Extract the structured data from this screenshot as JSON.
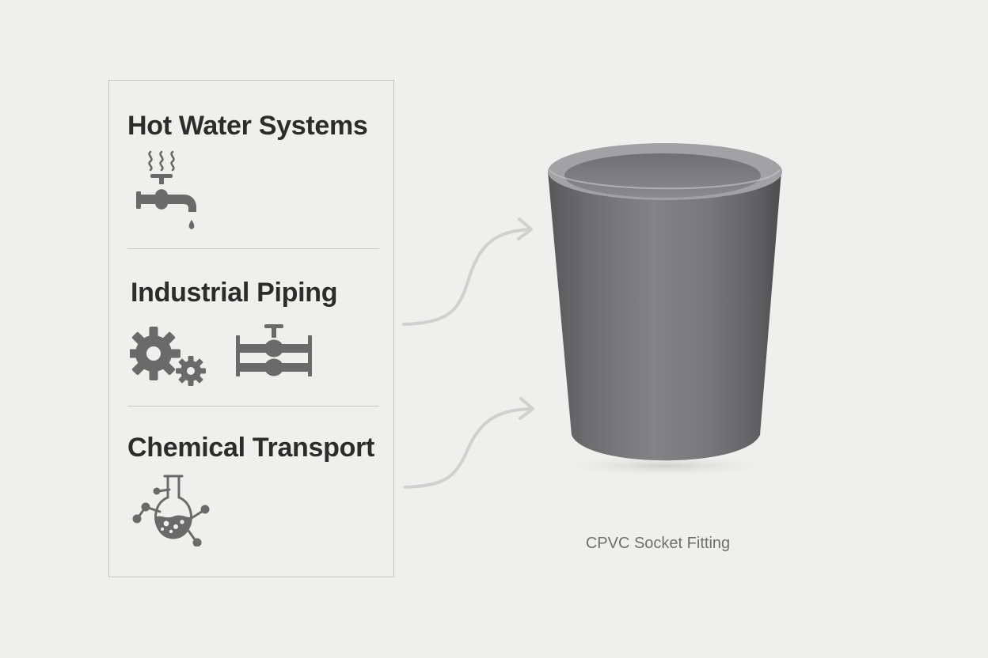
{
  "applications": [
    {
      "title": "Hot Water Systems",
      "icons": [
        "faucet-with-steam-icon"
      ]
    },
    {
      "title": "Industrial Piping",
      "icons": [
        "gears-icon",
        "pipe-valve-icon"
      ]
    },
    {
      "title": "Chemical Transport",
      "icons": [
        "chemical-flask-icon"
      ]
    }
  ],
  "product": {
    "caption": "CPVC Socket Fitting",
    "icon": "cpvc-socket-fitting-illustration"
  },
  "colors": {
    "background": "#efefee",
    "title_text": "#2c2c2c",
    "icon_gray": "#6a6a6a",
    "border": "#c4c4c4",
    "arrow": "#d0d0d0",
    "fitting_body": "#7a7a7d"
  }
}
